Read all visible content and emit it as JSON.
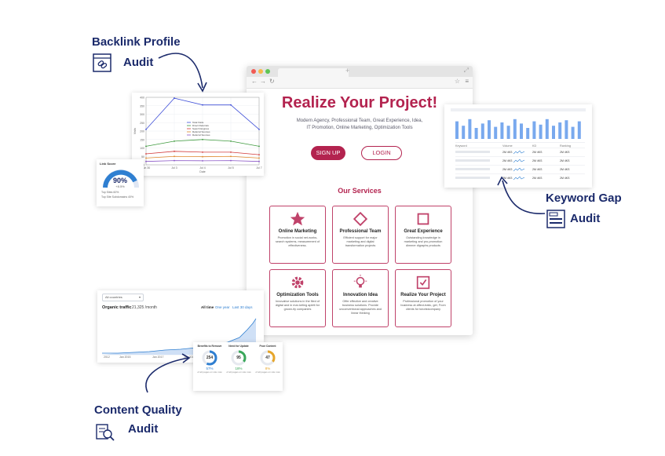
{
  "callouts": {
    "backlink": {
      "title_line1": "Backlink Profile",
      "title_line2": "Audit"
    },
    "keyword": {
      "title_line1": "Keyword Gap",
      "title_line2": "Audit"
    },
    "content": {
      "title_line1": "Content Quality",
      "title_line2": "Audit"
    }
  },
  "site": {
    "hero_title": "Realize Your Project!",
    "hero_sub_line1": "Modern Agency, Professional Team, Great Experience, Idea,",
    "hero_sub_line2": "IT Promotion, Online Marketing, Optimization Tools",
    "signup": "SIGN UP",
    "login": "LOGIN",
    "services_title": "Our Services",
    "services": [
      {
        "icon": "star-icon",
        "title": "Online Marketing",
        "desc": "Promotion in social net-works-search systems, measurement of effectiveness."
      },
      {
        "icon": "diamond-icon",
        "title": "Professional Team",
        "desc": "Efficient support for major marketing and digital transformation projects"
      },
      {
        "icon": "square-icon",
        "title": "Great Experience",
        "desc": "Outstanding knowledge in marketing and pro-promotion dimmer digraphs products"
      },
      {
        "icon": "gear-icon",
        "title": "Optimization Tools",
        "desc": "Innovative solutions in the filed of digital and in mar-keting aplett for grown-ity companies"
      },
      {
        "icon": "lightbulb-icon",
        "title": "Innovation Idea",
        "desc": "Offer effective and creative business solutions. Provide unconventional approaches and linear thinking"
      },
      {
        "icon": "checkbox-icon",
        "title": "Realize Your Project",
        "desc": "Professional promotion of your business at affect-tratic, get, From clients for tutoristcompany"
      }
    ]
  },
  "backlink_chart": {
    "legend": [
      "Total Visits",
      "Direct Referrals",
      "Search Engines",
      "Referral Sources",
      "Referral Sources"
    ],
    "xticks": [
      "Jun 30",
      "Jul 3",
      "Jul 4",
      "Jul 5",
      "Jul 7"
    ],
    "xlabel": "Date",
    "ylabel": "Visits",
    "gauge_value": "90%",
    "gauge_label": "Link Score",
    "gauge_sub": "+8.5%",
    "gauge_rows": [
      "Top Sites 60%",
      "Top Site Subdomains 40%"
    ]
  },
  "chart_data": {
    "type": "line",
    "x": [
      "Jun 30",
      "Jul 3",
      "Jul 4",
      "Jul 5",
      "Jul 7"
    ],
    "ylim": [
      0,
      400
    ],
    "yticks": [
      0,
      50,
      100,
      150,
      200,
      250,
      300,
      350,
      400
    ],
    "series": [
      {
        "name": "Total Visits",
        "color": "#4050d8",
        "values": [
          210,
          395,
          355,
          355,
          210
        ]
      },
      {
        "name": "Direct Referrals",
        "color": "#3f9a3f",
        "values": [
          110,
          140,
          150,
          140,
          110
        ]
      },
      {
        "name": "Search Engines",
        "color": "#d23b3b",
        "values": [
          65,
          80,
          75,
          75,
          60
        ]
      },
      {
        "name": "Referral Sources",
        "color": "#e08a2f",
        "values": [
          40,
          50,
          48,
          50,
          40
        ]
      },
      {
        "name": "Referral Sources",
        "color": "#8a56c6",
        "values": [
          20,
          25,
          24,
          25,
          20
        ]
      }
    ],
    "grid": true
  },
  "keyword_card": {
    "headers": [
      "Keyword",
      "Volume",
      "KD",
      "Ranking"
    ],
    "rows": [
      {
        "v": "2M 4KS",
        "kd": "2M 4KS",
        "r": "2M 4KS"
      },
      {
        "v": "2M 4KS",
        "kd": "2M 4KS",
        "r": "2M 4KS"
      },
      {
        "v": "2M 4KS",
        "kd": "2M 4KS",
        "r": "2M 4KS"
      },
      {
        "v": "2M 4KS",
        "kd": "2M 4KS",
        "r": "2M 4KS"
      }
    ],
    "bar_heights": [
      0.8,
      0.6,
      0.9,
      0.5,
      0.7,
      0.85,
      0.55,
      0.75,
      0.6,
      0.9,
      0.7,
      0.5,
      0.8,
      0.65,
      0.9,
      0.6,
      0.75,
      0.85,
      0.55,
      0.8
    ]
  },
  "content_card": {
    "country": "All countries",
    "traffic_label": "Organic traffic",
    "traffic_value": "21,325 /month",
    "ranges": [
      "All time",
      "One year",
      "Last 30 days"
    ],
    "xticks": [
      "2012",
      "Jan 2015",
      "Jan 2017",
      "Jan 2019"
    ],
    "metrics": [
      {
        "title": "Benefits to Remove",
        "value": "254",
        "pct": "57%",
        "desc": "of all pages on site now",
        "color": "#2f7fd1",
        "fill": 0.57
      },
      {
        "title": "Need for Update",
        "value": "95",
        "pct": "18%",
        "desc": "of all pages on site now",
        "color": "#3aa75a",
        "fill": 0.18
      },
      {
        "title": "Poor Content",
        "value": "47",
        "pct": "8%",
        "desc": "of all pages on site now",
        "color": "#e6a62b",
        "fill": 0.08
      }
    ]
  }
}
